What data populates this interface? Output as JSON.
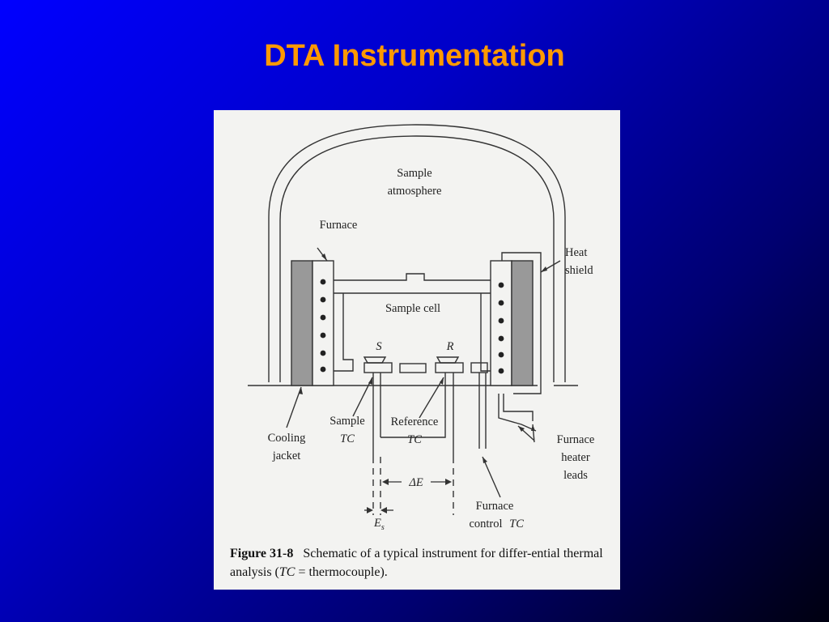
{
  "slide": {
    "title": "DTA Instrumentation"
  },
  "diagram": {
    "labels": {
      "sample_atmosphere_1": "Sample",
      "sample_atmosphere_2": "atmosphere",
      "furnace": "Furnace",
      "heat_shield_1": "Heat",
      "heat_shield_2": "shield",
      "sample_cell": "Sample cell",
      "s": "S",
      "r": "R",
      "cooling_jacket_1": "Cooling",
      "cooling_jacket_2": "jacket",
      "sample_tc_1": "Sample",
      "sample_tc_2": "TC",
      "reference_tc_1": "Reference",
      "reference_tc_2": "TC",
      "furnace_heater_leads_1": "Furnace",
      "furnace_heater_leads_2": "heater",
      "furnace_heater_leads_3": "leads",
      "delta_e": "ΔE",
      "furnace_control_tc_1": "Furnace",
      "furnace_control_tc_2": "control",
      "furnace_control_tc_3": "TC",
      "es": "E",
      "es_sub": "s"
    },
    "caption": {
      "figure_number": "Figure 31-8",
      "text_before": "Schematic of a typical instrument for differ-ential thermal analysis (",
      "tc": "TC",
      "text_after": " = thermocouple)."
    },
    "colors": {
      "title": "#ff9900",
      "panel": "#f3f3f1",
      "line": "#333333",
      "jacket_fill": "#999999"
    }
  }
}
